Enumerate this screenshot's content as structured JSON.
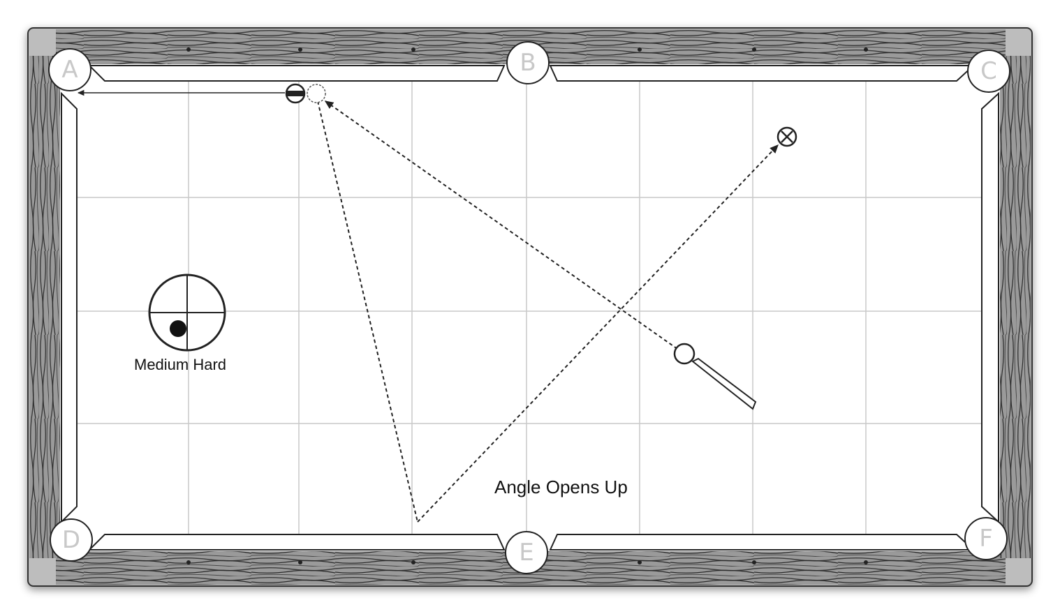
{
  "diagram": {
    "pockets": [
      {
        "id": "A",
        "label": "A"
      },
      {
        "id": "B",
        "label": "B"
      },
      {
        "id": "C",
        "label": "C"
      },
      {
        "id": "D",
        "label": "D"
      },
      {
        "id": "E",
        "label": "E"
      },
      {
        "id": "F",
        "label": "F"
      }
    ],
    "caption": "Angle Opens Up",
    "spin": {
      "label": "Medium Hard",
      "tip_direction": "low-left"
    },
    "colors": {
      "rail": "#8c8c8c",
      "cloth": "#ffffff",
      "grid": "#c9c9c9",
      "path": "#222222"
    }
  }
}
